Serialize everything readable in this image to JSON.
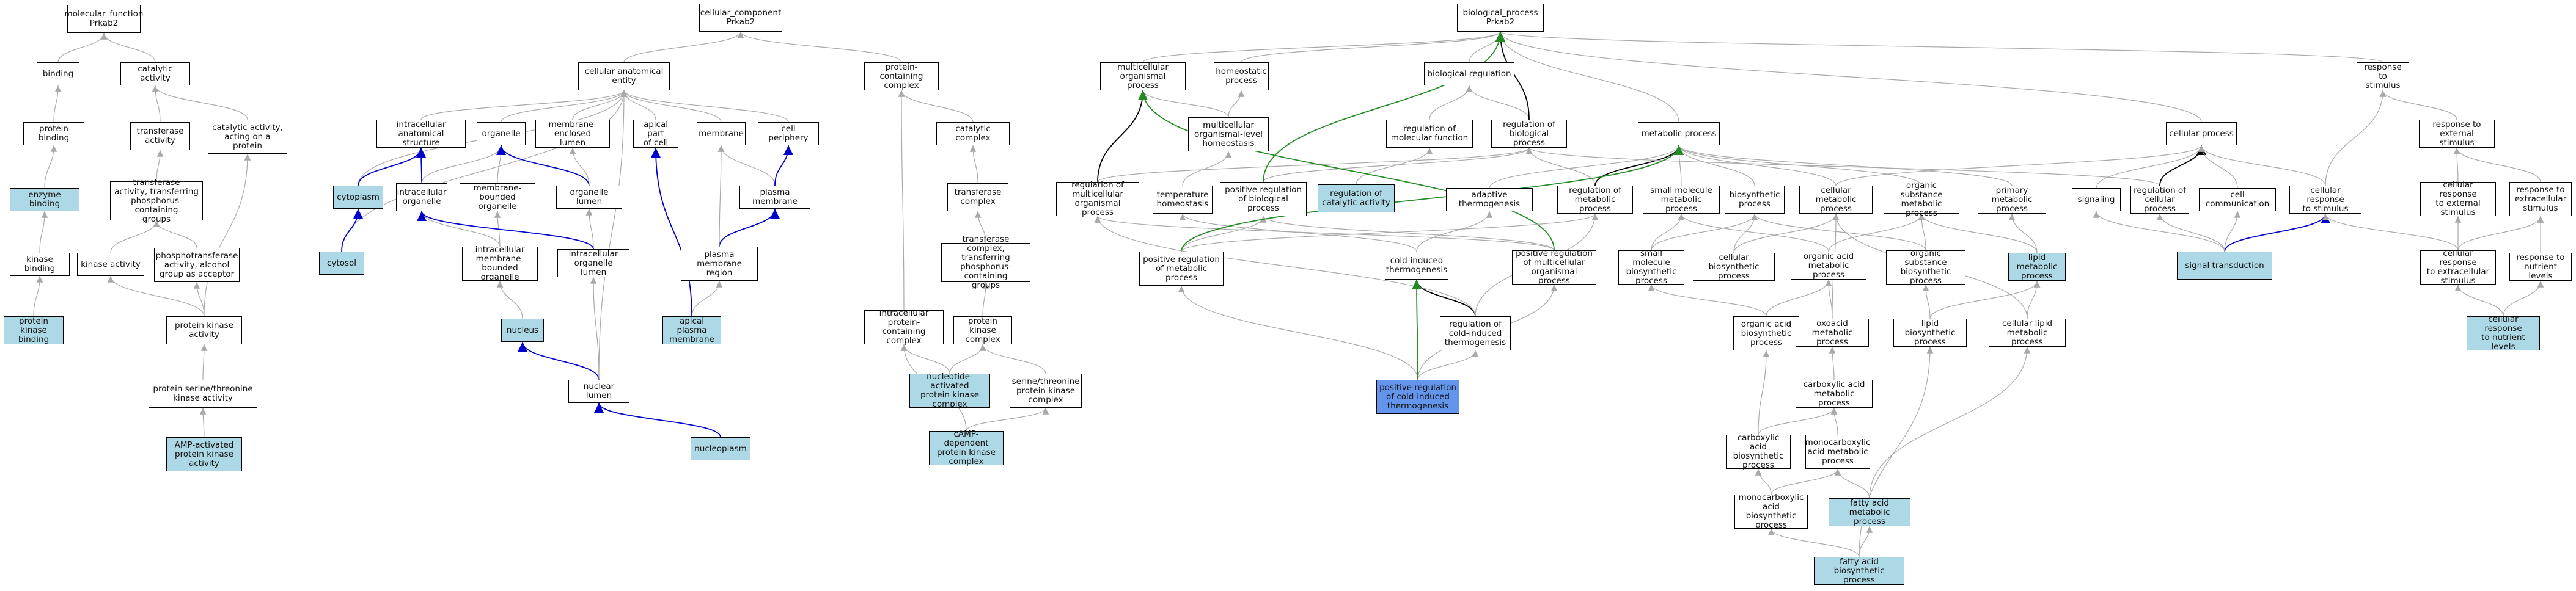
{
  "colors": {
    "highlight": "#add8e6",
    "query": "#6495ed",
    "is_a_edge": "#a9a9a9",
    "part_of_edge": "#0000cd",
    "regulates_edge": "#000000",
    "positively_regulates_edge": "#228b22"
  },
  "nodes": [
    {
      "id": "mf",
      "label": "molecular_function\nPrkab2"
    },
    {
      "id": "binding",
      "label": "binding"
    },
    {
      "id": "catact",
      "label": "catalytic activity"
    },
    {
      "id": "protbind",
      "label": "protein binding"
    },
    {
      "id": "transferase",
      "label": "transferase\nactivity"
    },
    {
      "id": "catprot",
      "label": "catalytic activity,\nacting on a\nprotein"
    },
    {
      "id": "enzbind",
      "label": "enzyme binding",
      "style": "hl"
    },
    {
      "id": "transphos",
      "label": "transferase\nactivity, transferring\nphosphorus-containing\ngroups"
    },
    {
      "id": "kinbind",
      "label": "kinase binding"
    },
    {
      "id": "kinact",
      "label": "kinase activity"
    },
    {
      "id": "phosphotrans",
      "label": "phosphotransferase\nactivity, alcohol\ngroup as acceptor"
    },
    {
      "id": "pkbind",
      "label": "protein kinase\nbinding",
      "style": "hl"
    },
    {
      "id": "pkact",
      "label": "protein kinase\nactivity"
    },
    {
      "id": "pstk",
      "label": "protein serine/threonine\nkinase activity"
    },
    {
      "id": "ampk",
      "label": "AMP-activated\nprotein kinase\nactivity",
      "style": "hl"
    },
    {
      "id": "cc",
      "label": "cellular_component\nPrkab2"
    },
    {
      "id": "cae",
      "label": "cellular anatomical\nentity"
    },
    {
      "id": "pcc",
      "label": "protein-containing\ncomplex"
    },
    {
      "id": "ias",
      "label": "intracellular\nanatomical structure"
    },
    {
      "id": "organelle",
      "label": "organelle"
    },
    {
      "id": "mel",
      "label": "membrane-enclosed\nlumen"
    },
    {
      "id": "apicalpart",
      "label": "apical part\nof cell"
    },
    {
      "id": "membrane",
      "label": "membrane"
    },
    {
      "id": "cellperiph",
      "label": "cell periphery"
    },
    {
      "id": "catcomplex",
      "label": "catalytic complex"
    },
    {
      "id": "cytoplasm",
      "label": "cytoplasm",
      "style": "hl"
    },
    {
      "id": "intorg",
      "label": "intracellular\norganelle"
    },
    {
      "id": "mbo",
      "label": "membrane-bounded\norganelle"
    },
    {
      "id": "orglumen",
      "label": "organelle lumen"
    },
    {
      "id": "pm",
      "label": "plasma membrane"
    },
    {
      "id": "transcomplex",
      "label": "transferase\ncomplex"
    },
    {
      "id": "cytosol",
      "label": "cytosol",
      "style": "hl"
    },
    {
      "id": "imbo",
      "label": "intracellular\nmembrane-bounded\norganelle"
    },
    {
      "id": "iol",
      "label": "intracellular\norganelle lumen"
    },
    {
      "id": "pmr",
      "label": "plasma membrane\nregion"
    },
    {
      "id": "tcphos",
      "label": "transferase\ncomplex, transferring\nphosphorus-containing\ngroups"
    },
    {
      "id": "nucleus",
      "label": "nucleus",
      "style": "hl"
    },
    {
      "id": "apm",
      "label": "apical plasma\nmembrane",
      "style": "hl"
    },
    {
      "id": "ipcc",
      "label": "intracellular\nprotein-containing\ncomplex"
    },
    {
      "id": "pkc",
      "label": "protein kinase\ncomplex"
    },
    {
      "id": "nuclumen",
      "label": "nuclear lumen"
    },
    {
      "id": "napkc",
      "label": "nucleotide-activated\nprotein kinase\ncomplex",
      "style": "hl"
    },
    {
      "id": "stpkc",
      "label": "serine/threonine\nprotein kinase\ncomplex"
    },
    {
      "id": "nucleoplasm",
      "label": "nucleoplasm",
      "style": "hl"
    },
    {
      "id": "camp",
      "label": "cAMP-dependent\nprotein kinase\ncomplex",
      "style": "hl"
    },
    {
      "id": "bp",
      "label": "biological_process\nPrkab2"
    },
    {
      "id": "mcop",
      "label": "multicellular\norganismal process"
    },
    {
      "id": "homeo",
      "label": "homeostatic\nprocess"
    },
    {
      "id": "biolreg",
      "label": "biological regulation"
    },
    {
      "id": "rts",
      "label": "response to\nstimulus"
    },
    {
      "id": "mcolh",
      "label": "multicellular\norganismal-level\nhomeostasis"
    },
    {
      "id": "rmf",
      "label": "regulation of\nmolecular function"
    },
    {
      "id": "rbp",
      "label": "regulation of\nbiological process"
    },
    {
      "id": "metproc",
      "label": "metabolic process"
    },
    {
      "id": "cellproc",
      "label": "cellular process"
    },
    {
      "id": "rtes",
      "label": "response to\nexternal stimulus"
    },
    {
      "id": "rmcop",
      "label": "regulation of\nmulticellular\norganismal process"
    },
    {
      "id": "temphomeo",
      "label": "temperature\nhomeostasis"
    },
    {
      "id": "prbp",
      "label": "positive regulation\nof biological\nprocess"
    },
    {
      "id": "rca",
      "label": "regulation of\ncatalytic activity",
      "style": "hl"
    },
    {
      "id": "adaptive",
      "label": "adaptive thermogenesis"
    },
    {
      "id": "rmp",
      "label": "regulation of\nmetabolic process"
    },
    {
      "id": "smp",
      "label": "small molecule\nmetabolic process"
    },
    {
      "id": "biosyn",
      "label": "biosynthetic\nprocess"
    },
    {
      "id": "cmp",
      "label": "cellular metabolic\nprocess"
    },
    {
      "id": "osmp",
      "label": "organic substance\nmetabolic process"
    },
    {
      "id": "pmp",
      "label": "primary metabolic\nprocess"
    },
    {
      "id": "signaling",
      "label": "signaling"
    },
    {
      "id": "rcp",
      "label": "regulation of\ncellular process"
    },
    {
      "id": "cellcomm",
      "label": "cell communication"
    },
    {
      "id": "crs",
      "label": "cellular response\nto stimulus"
    },
    {
      "id": "crtes",
      "label": "cellular response\nto external\nstimulus"
    },
    {
      "id": "rtecs",
      "label": "response to\nextracellular\nstimulus"
    },
    {
      "id": "prmcop",
      "label": "positive regulation\nof multicellular\norganismal process"
    },
    {
      "id": "cit",
      "label": "cold-induced\nthermogenesis"
    },
    {
      "id": "prmp",
      "label": "positive regulation\nof metabolic\nprocess"
    },
    {
      "id": "smbp",
      "label": "small molecule\nbiosynthetic\nprocess"
    },
    {
      "id": "cbp",
      "label": "cellular biosynthetic\nprocess"
    },
    {
      "id": "oamp",
      "label": "organic acid\nmetabolic process"
    },
    {
      "id": "osbp",
      "label": "organic substance\nbiosynthetic\nprocess"
    },
    {
      "id": "lmp",
      "label": "lipid metabolic\nprocess",
      "style": "hl"
    },
    {
      "id": "sigtrans",
      "label": "signal transduction",
      "style": "hl"
    },
    {
      "id": "crtecs",
      "label": "cellular response\nto extracellular\nstimulus"
    },
    {
      "id": "rtnl",
      "label": "response to\nnutrient levels"
    },
    {
      "id": "rcit",
      "label": "regulation of\ncold-induced\nthermogenesis"
    },
    {
      "id": "oabp",
      "label": "organic acid\nbiosynthetic\nprocess"
    },
    {
      "id": "oxmp",
      "label": "oxoacid metabolic\nprocess"
    },
    {
      "id": "lbp",
      "label": "lipid biosynthetic\nprocess"
    },
    {
      "id": "clmp",
      "label": "cellular lipid\nmetabolic process"
    },
    {
      "id": "crtnl",
      "label": "cellular response\nto nutrient\nlevels",
      "style": "hl"
    },
    {
      "id": "prcit",
      "label": "positive regulation\nof cold-induced\nthermogenesis",
      "style": "main"
    },
    {
      "id": "camp2",
      "label": "carboxylic acid\nmetabolic process"
    },
    {
      "id": "cabp",
      "label": "carboxylic acid\nbiosynthetic\nprocess"
    },
    {
      "id": "mcamp",
      "label": "monocarboxylic\nacid metabolic\nprocess"
    },
    {
      "id": "mcabp",
      "label": "monocarboxylic\nacid biosynthetic\nprocess"
    },
    {
      "id": "famp",
      "label": "fatty acid metabolic\nprocess",
      "style": "hl"
    },
    {
      "id": "fabp",
      "label": "fatty acid biosynthetic\nprocess",
      "style": "hl"
    }
  ],
  "edges": [
    [
      "binding",
      "mf",
      "is_a"
    ],
    [
      "catact",
      "mf",
      "is_a"
    ],
    [
      "protbind",
      "binding",
      "is_a"
    ],
    [
      "transferase",
      "catact",
      "is_a"
    ],
    [
      "catprot",
      "catact",
      "is_a"
    ],
    [
      "enzbind",
      "protbind",
      "is_a"
    ],
    [
      "transphos",
      "transferase",
      "is_a"
    ],
    [
      "kinbind",
      "enzbind",
      "is_a"
    ],
    [
      "kinact",
      "transphos",
      "is_a"
    ],
    [
      "phosphotrans",
      "transphos",
      "is_a"
    ],
    [
      "pkbind",
      "kinbind",
      "is_a"
    ],
    [
      "pkact",
      "kinact",
      "is_a"
    ],
    [
      "pkact",
      "phosphotrans",
      "is_a"
    ],
    [
      "pkact",
      "catprot",
      "is_a"
    ],
    [
      "pstk",
      "pkact",
      "is_a"
    ],
    [
      "ampk",
      "pstk",
      "is_a"
    ],
    [
      "cae",
      "cc",
      "is_a"
    ],
    [
      "pcc",
      "cc",
      "is_a"
    ],
    [
      "ias",
      "cae",
      "is_a"
    ],
    [
      "organelle",
      "cae",
      "is_a"
    ],
    [
      "mel",
      "cae",
      "is_a"
    ],
    [
      "apicalpart",
      "cae",
      "is_a"
    ],
    [
      "membrane",
      "cae",
      "is_a"
    ],
    [
      "cellperiph",
      "cae",
      "is_a"
    ],
    [
      "cytoplasm",
      "cae",
      "is_a"
    ],
    [
      "cytosol",
      "cae",
      "is_a"
    ],
    [
      "nuclumen",
      "cae",
      "is_a"
    ],
    [
      "catcomplex",
      "pcc",
      "is_a"
    ],
    [
      "ipcc",
      "pcc",
      "is_a"
    ],
    [
      "cytoplasm",
      "ias",
      "part_of"
    ],
    [
      "intorg",
      "ias",
      "part_of"
    ],
    [
      "intorg",
      "organelle",
      "is_a"
    ],
    [
      "mbo",
      "organelle",
      "is_a"
    ],
    [
      "orglumen",
      "organelle",
      "part_of"
    ],
    [
      "orglumen",
      "mel",
      "is_a"
    ],
    [
      "pm",
      "membrane",
      "is_a"
    ],
    [
      "pm",
      "cellperiph",
      "part_of"
    ],
    [
      "transcomplex",
      "catcomplex",
      "is_a"
    ],
    [
      "cytosol",
      "cytoplasm",
      "part_of"
    ],
    [
      "imbo",
      "intorg",
      "is_a"
    ],
    [
      "imbo",
      "mbo",
      "is_a"
    ],
    [
      "iol",
      "orglumen",
      "is_a"
    ],
    [
      "iol",
      "intorg",
      "part_of"
    ],
    [
      "pmr",
      "pm",
      "part_of"
    ],
    [
      "pmr",
      "membrane",
      "is_a"
    ],
    [
      "tcphos",
      "transcomplex",
      "is_a"
    ],
    [
      "nucleus",
      "imbo",
      "is_a"
    ],
    [
      "apm",
      "pmr",
      "is_a"
    ],
    [
      "apm",
      "apicalpart",
      "part_of"
    ],
    [
      "pkc",
      "tcphos",
      "is_a"
    ],
    [
      "nuclumen",
      "nucleus",
      "part_of"
    ],
    [
      "nuclumen",
      "iol",
      "is_a"
    ],
    [
      "napkc",
      "pkc",
      "is_a"
    ],
    [
      "napkc",
      "ipcc",
      "is_a"
    ],
    [
      "stpkc",
      "pkc",
      "is_a"
    ],
    [
      "nucleoplasm",
      "nuclumen",
      "part_of"
    ],
    [
      "camp",
      "stpkc",
      "is_a"
    ],
    [
      "camp",
      "ipcc",
      "is_a"
    ],
    [
      "mcop",
      "bp",
      "is_a"
    ],
    [
      "homeo",
      "bp",
      "is_a"
    ],
    [
      "biolreg",
      "bp",
      "is_a"
    ],
    [
      "rts",
      "bp",
      "is_a"
    ],
    [
      "metproc",
      "bp",
      "is_a"
    ],
    [
      "cellproc",
      "bp",
      "is_a"
    ],
    [
      "mcolh",
      "mcop",
      "is_a"
    ],
    [
      "mcolh",
      "homeo",
      "is_a"
    ],
    [
      "rmf",
      "biolreg",
      "is_a"
    ],
    [
      "rbp",
      "biolreg",
      "is_a"
    ],
    [
      "rbp",
      "bp",
      "regulates"
    ],
    [
      "rmcop",
      "mcop",
      "regulates"
    ],
    [
      "rmcop",
      "rbp",
      "is_a"
    ],
    [
      "temphomeo",
      "mcolh",
      "is_a"
    ],
    [
      "prbp",
      "rbp",
      "is_a"
    ],
    [
      "prbp",
      "bp",
      "positively_regulates"
    ],
    [
      "rca",
      "rmf",
      "is_a"
    ],
    [
      "adaptive",
      "metproc",
      "is_a"
    ],
    [
      "rmp",
      "rbp",
      "is_a"
    ],
    [
      "rmp",
      "metproc",
      "regulates"
    ],
    [
      "smp",
      "metproc",
      "is_a"
    ],
    [
      "biosyn",
      "metproc",
      "is_a"
    ],
    [
      "cmp",
      "metproc",
      "is_a"
    ],
    [
      "cmp",
      "cellproc",
      "is_a"
    ],
    [
      "osmp",
      "metproc",
      "is_a"
    ],
    [
      "pmp",
      "metproc",
      "is_a"
    ],
    [
      "signaling",
      "cellproc",
      "is_a"
    ],
    [
      "rcp",
      "rbp",
      "is_a"
    ],
    [
      "rcp",
      "cellproc",
      "regulates"
    ],
    [
      "cellcomm",
      "cellproc",
      "is_a"
    ],
    [
      "crs",
      "rts",
      "is_a"
    ],
    [
      "crs",
      "cellproc",
      "is_a"
    ],
    [
      "rtes",
      "rts",
      "is_a"
    ],
    [
      "crtes",
      "rtes",
      "is_a"
    ],
    [
      "rtecs",
      "rtes",
      "is_a"
    ],
    [
      "prmcop",
      "rmcop",
      "is_a"
    ],
    [
      "prmcop",
      "prbp",
      "is_a"
    ],
    [
      "prmcop",
      "mcop",
      "positively_regulates"
    ],
    [
      "cit",
      "adaptive",
      "is_a"
    ],
    [
      "cit",
      "temphomeo",
      "is_a"
    ],
    [
      "prmp",
      "rmp",
      "is_a"
    ],
    [
      "prmp",
      "prbp",
      "is_a"
    ],
    [
      "prmp",
      "metproc",
      "positively_regulates"
    ],
    [
      "smbp",
      "smp",
      "is_a"
    ],
    [
      "smbp",
      "biosyn",
      "is_a"
    ],
    [
      "cbp",
      "biosyn",
      "is_a"
    ],
    [
      "cbp",
      "cmp",
      "is_a"
    ],
    [
      "oamp",
      "smp",
      "is_a"
    ],
    [
      "oamp",
      "osmp",
      "is_a"
    ],
    [
      "osbp",
      "osmp",
      "is_a"
    ],
    [
      "osbp",
      "biosyn",
      "is_a"
    ],
    [
      "lmp",
      "pmp",
      "is_a"
    ],
    [
      "lmp",
      "osmp",
      "is_a"
    ],
    [
      "sigtrans",
      "signaling",
      "is_a"
    ],
    [
      "sigtrans",
      "cellcomm",
      "is_a"
    ],
    [
      "sigtrans",
      "crs",
      "part_of"
    ],
    [
      "sigtrans",
      "rcp",
      "is_a"
    ],
    [
      "crtecs",
      "crs",
      "is_a"
    ],
    [
      "crtecs",
      "crtes",
      "is_a"
    ],
    [
      "crtecs",
      "rtecs",
      "is_a"
    ],
    [
      "rtnl",
      "rtecs",
      "is_a"
    ],
    [
      "rcit",
      "cit",
      "regulates"
    ],
    [
      "rcit",
      "rmp",
      "is_a"
    ],
    [
      "rcit",
      "rmcop",
      "is_a"
    ],
    [
      "oabp",
      "oamp",
      "is_a"
    ],
    [
      "oabp",
      "smbp",
      "is_a"
    ],
    [
      "oxmp",
      "oamp",
      "is_a"
    ],
    [
      "oxmp",
      "cmp",
      "is_a"
    ],
    [
      "lbp",
      "lmp",
      "is_a"
    ],
    [
      "lbp",
      "osbp",
      "is_a"
    ],
    [
      "clmp",
      "lmp",
      "is_a"
    ],
    [
      "clmp",
      "cmp",
      "is_a"
    ],
    [
      "crtnl",
      "crtecs",
      "is_a"
    ],
    [
      "crtnl",
      "rtnl",
      "is_a"
    ],
    [
      "prcit",
      "rcit",
      "is_a"
    ],
    [
      "prcit",
      "prmp",
      "is_a"
    ],
    [
      "prcit",
      "prmcop",
      "is_a"
    ],
    [
      "prcit",
      "cit",
      "positively_regulates"
    ],
    [
      "camp2",
      "oxmp",
      "is_a"
    ],
    [
      "cabp",
      "camp2",
      "is_a"
    ],
    [
      "cabp",
      "oabp",
      "is_a"
    ],
    [
      "mcamp",
      "camp2",
      "is_a"
    ],
    [
      "mcabp",
      "mcamp",
      "is_a"
    ],
    [
      "mcabp",
      "cabp",
      "is_a"
    ],
    [
      "famp",
      "mcamp",
      "is_a"
    ],
    [
      "famp",
      "clmp",
      "is_a"
    ],
    [
      "fabp",
      "famp",
      "is_a"
    ],
    [
      "fabp",
      "mcabp",
      "is_a"
    ],
    [
      "fabp",
      "lbp",
      "is_a"
    ]
  ]
}
